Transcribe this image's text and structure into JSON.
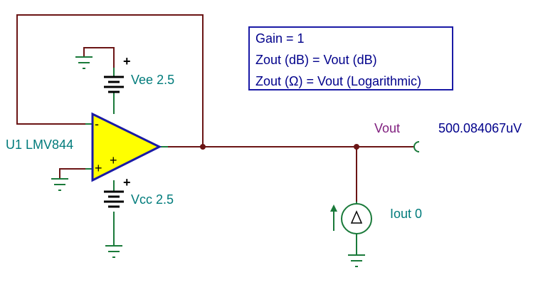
{
  "colors": {
    "wire": "#6b1515",
    "component": "#1a7a3a",
    "opamp_fill": "#ffff00",
    "opamp_stroke": "#1a1aa6",
    "label": "#007b7b",
    "net_label": "#80207f",
    "value": "#00008b"
  },
  "note": {
    "lines": [
      "Gain = 1",
      "Zout (dB) = Vout (dB)",
      "Zout (Ω) = Vout (Logarithmic)"
    ]
  },
  "opamp": {
    "ref": "U1",
    "part": "LMV844",
    "inverting_mark": "-",
    "noninverting_mark": "+",
    "supply_mark": "+"
  },
  "supplies": {
    "vee": {
      "name": "Vee",
      "value": "2.5",
      "polarity": "+"
    },
    "vcc": {
      "name": "Vcc",
      "value": "2.5",
      "polarity": "+"
    }
  },
  "current_source": {
    "name": "Iout",
    "value": "0"
  },
  "output": {
    "net_name": "Vout",
    "reading": "500.084067uV"
  }
}
